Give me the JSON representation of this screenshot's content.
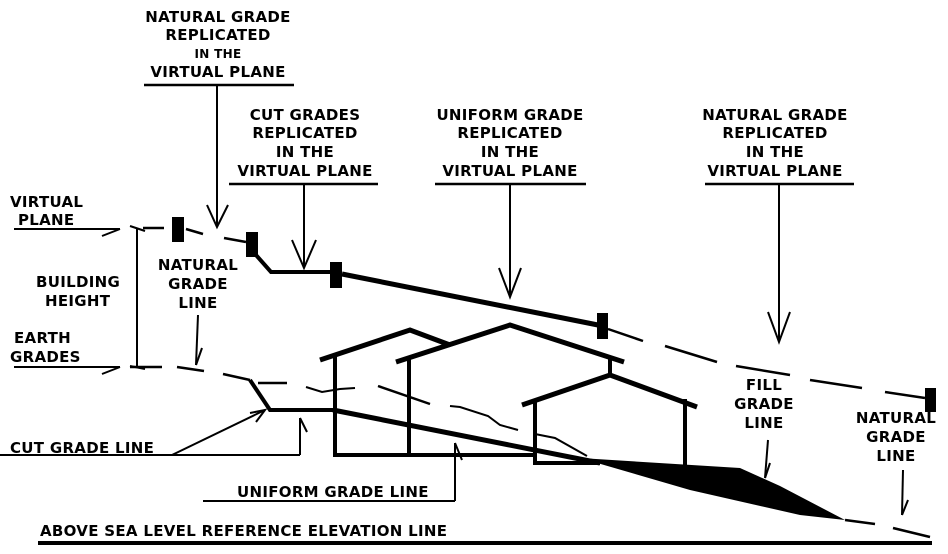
{
  "title": "Building height measured from virtual plane replicating earth grades",
  "callouts": {
    "natural_grade_top_left": [
      "NATURAL GRADE",
      "REPLICATED",
      "IN THE",
      "VIRTUAL PLANE"
    ],
    "cut_grades": [
      "CUT GRADES",
      "REPLICATED",
      "IN THE",
      "VIRTUAL PLANE"
    ],
    "uniform_grade": [
      "UNIFORM GRADE",
      "REPLICATED",
      "IN THE",
      "VIRTUAL PLANE"
    ],
    "natural_grade_top_right": [
      "NATURAL GRADE",
      "REPLICATED",
      "IN THE",
      "VIRTUAL PLANE"
    ]
  },
  "left_labels": {
    "virtual_plane": [
      "VIRTUAL",
      "PLANE"
    ],
    "building_height": [
      "BUILDING",
      "HEIGHT"
    ],
    "earth_grades": [
      "EARTH",
      "GRADES"
    ]
  },
  "line_labels": {
    "natural_grade_line_left": [
      "NATURAL",
      "GRADE",
      "LINE"
    ],
    "fill_grade_line": [
      "FILL",
      "GRADE",
      "LINE"
    ],
    "natural_grade_line_right": [
      "NATURAL",
      "GRADE",
      "LINE"
    ],
    "cut_grade_line": "CUT GRADE LINE",
    "uniform_grade_line": "UNIFORM GRADE LINE",
    "reference_line": "ABOVE SEA LEVEL REFERENCE ELEVATION LINE"
  },
  "colors": {
    "ink": "#000000",
    "paper": "#ffffff"
  }
}
